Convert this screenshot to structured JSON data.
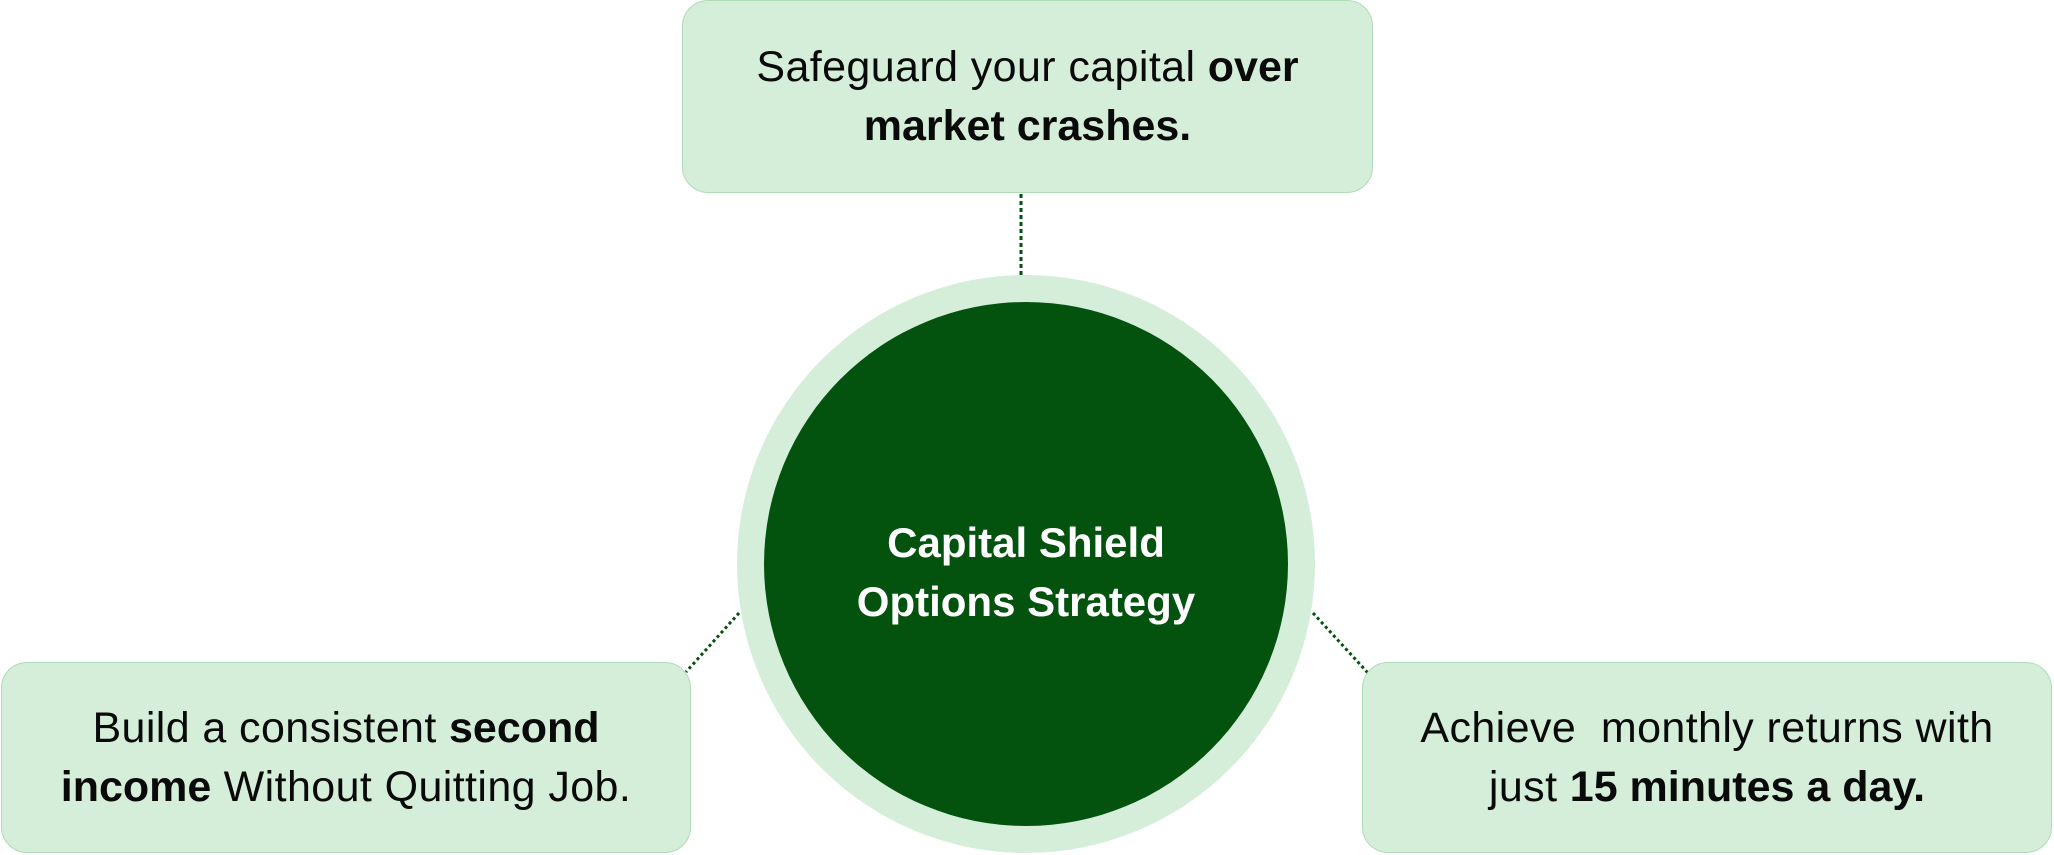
{
  "theme": {
    "hub_color": "#03530f",
    "ring_color": "#d5eeda",
    "box_background": "#d5eeda",
    "box_border": "#aedcb6",
    "connector_color": "#03530f",
    "hub_text_color": "#ffffff"
  },
  "hub": {
    "title_line1": "Capital Shield",
    "title_line2": "Options Strategy"
  },
  "benefits": {
    "top": {
      "text_regular": "Safeguard your capital ",
      "text_bold": "over market crashes."
    },
    "left": {
      "text_regular_1": "Build a consistent ",
      "text_bold": "second income",
      "text_regular_2": " Without Quitting Job."
    },
    "right": {
      "text_regular": "Achieve  monthly returns with just ",
      "text_bold": "15 minutes a day."
    }
  }
}
